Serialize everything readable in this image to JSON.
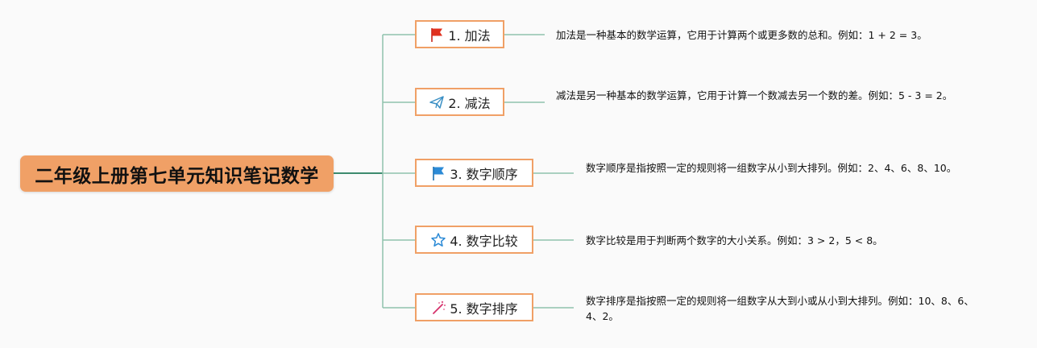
{
  "root": {
    "title": "二年级上册第七单元知识笔记数学"
  },
  "branches": [
    {
      "label": "1. 加法",
      "icon": "red-flag-icon",
      "desc": "加法是一种基本的数学运算，它用于计算两个或更多数的总和。例如：1 + 2 = 3。"
    },
    {
      "label": "2. 减法",
      "icon": "paper-plane-icon",
      "desc": "减法是另一种基本的数学运算，它用于计算一个数减去另一个数的差。例如：5 - 3 = 2。"
    },
    {
      "label": "3. 数字顺序",
      "icon": "blue-flag-icon",
      "desc": "数字顺序是指按照一定的规则将一组数字从小到大排列。例如：2、4、6、8、10。"
    },
    {
      "label": "4. 数字比较",
      "icon": "star-outline-icon",
      "desc": "数字比较是用于判断两个数字的大小关系。例如：3 > 2，5 < 8。"
    },
    {
      "label": "5. 数字排序",
      "icon": "magic-wand-icon",
      "desc": "数字排序是指按照一定的规则将一组数字从大到小或从小到大排列。例如：10、8、6、4、2。"
    }
  ],
  "colors": {
    "root_fill": "#f0a066",
    "node_border": "#f0a066",
    "connector": "#8fc2ad",
    "trunk": "#3d8a6e"
  }
}
